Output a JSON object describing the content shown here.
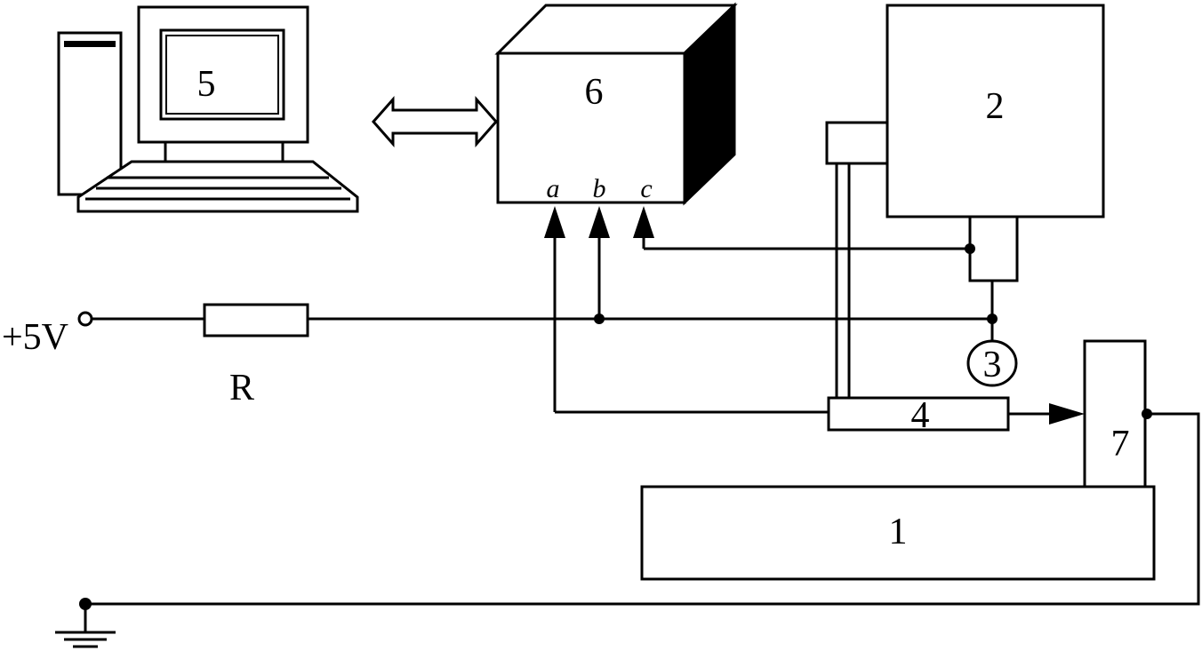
{
  "labels": {
    "computer": "5",
    "controller": "6",
    "port_a": "a",
    "port_b": "b",
    "port_c": "c",
    "motor": "2",
    "component_3": "3",
    "component_4": "4",
    "base": "1",
    "component_7": "7",
    "supply": "+5V",
    "resistor": "R"
  }
}
